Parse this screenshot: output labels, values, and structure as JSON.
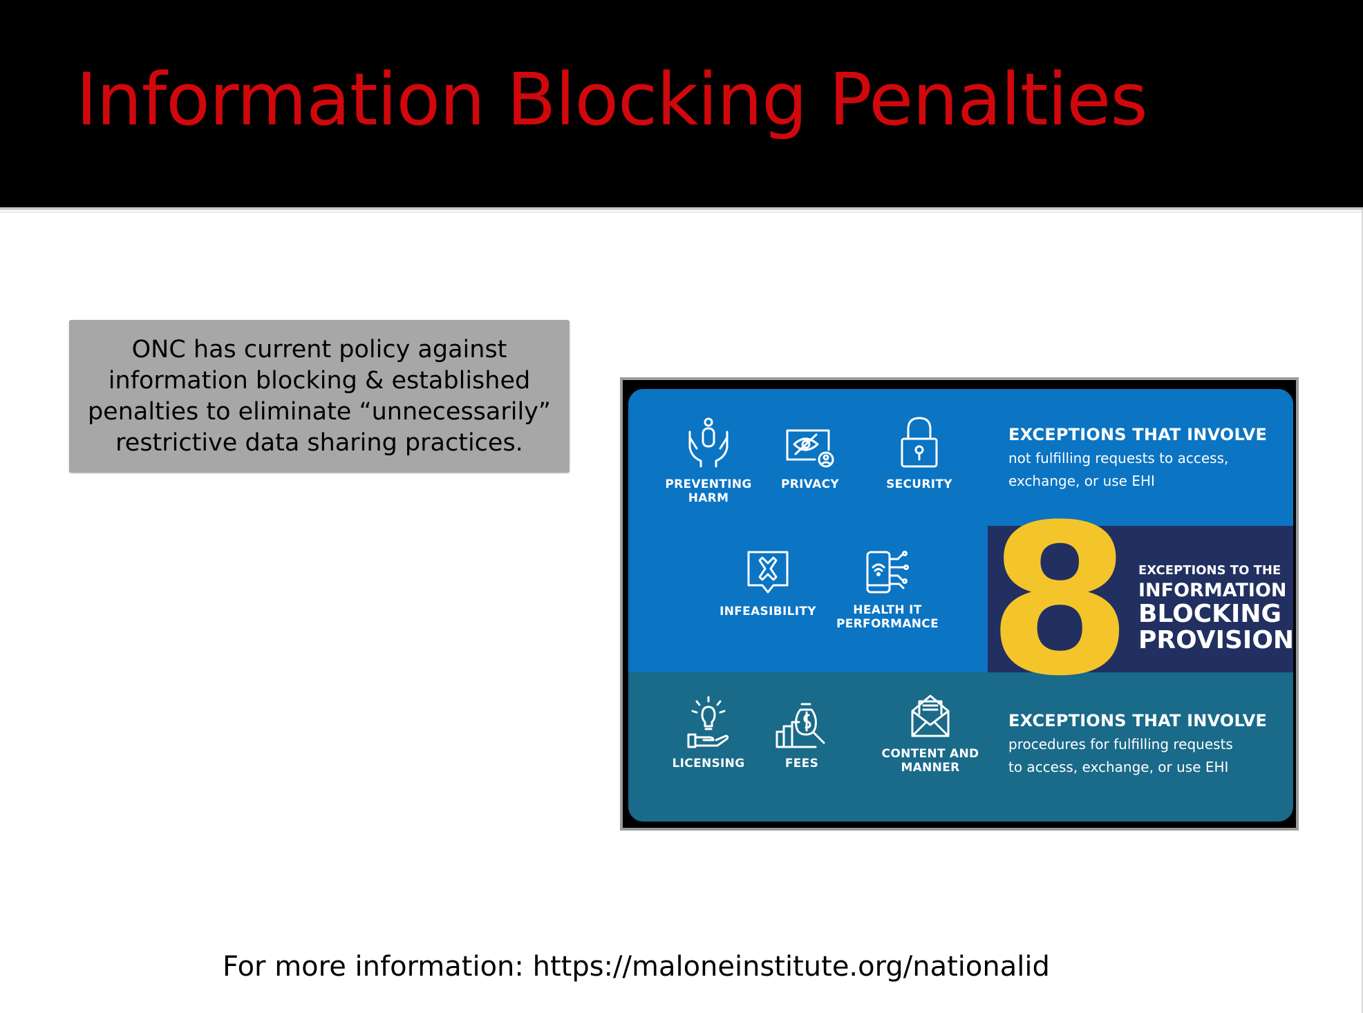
{
  "slide": {
    "title": "Information Blocking Penalties",
    "callout": "ONC has current policy against information blocking & established penalties to eliminate “unnecessarily” restrictive data sharing practices.",
    "footer": "For more information: https://maloneinstitute.org/nationalid"
  },
  "infographic": {
    "top_heading": "EXCEPTIONS THAT INVOLVE",
    "top_sub_1": "not fulfilling requests to access,",
    "top_sub_2": "exchange, or use EHI",
    "big_number": "8",
    "prov_line_1": "EXCEPTIONS TO THE",
    "prov_line_2": "INFORMATION",
    "prov_line_3": "BLOCKING",
    "prov_line_4": "PROVISION",
    "bottom_heading": "EXCEPTIONS THAT INVOLVE",
    "bottom_sub_1": "procedures for fulfilling requests",
    "bottom_sub_2": "to access, exchange, or use EHI",
    "items": {
      "preventing_harm": {
        "line1": "PREVENTING",
        "line2": "HARM",
        "icon": "hands-person-icon"
      },
      "privacy": {
        "line1": "PRIVACY",
        "icon": "eye-slash-icon"
      },
      "security": {
        "line1": "SECURITY",
        "icon": "padlock-icon"
      },
      "infeasibility": {
        "line1": "INFEASIBILITY",
        "icon": "x-mark-icon"
      },
      "health_it": {
        "line1": "HEALTH IT",
        "line2": "PERFORMANCE",
        "icon": "phone-circuit-icon"
      },
      "licensing": {
        "line1": "LICENSING",
        "icon": "lightbulb-hand-icon"
      },
      "fees": {
        "line1": "FEES",
        "icon": "money-bag-icon"
      },
      "content_manner": {
        "line1": "CONTENT AND",
        "line2": "MANNER",
        "icon": "envelope-icon"
      }
    },
    "colors": {
      "blue": "#0b74c3",
      "teal": "#1a6a89",
      "navy": "#213060",
      "yellow": "#f4c52a",
      "title_red": "#d0080c"
    }
  }
}
